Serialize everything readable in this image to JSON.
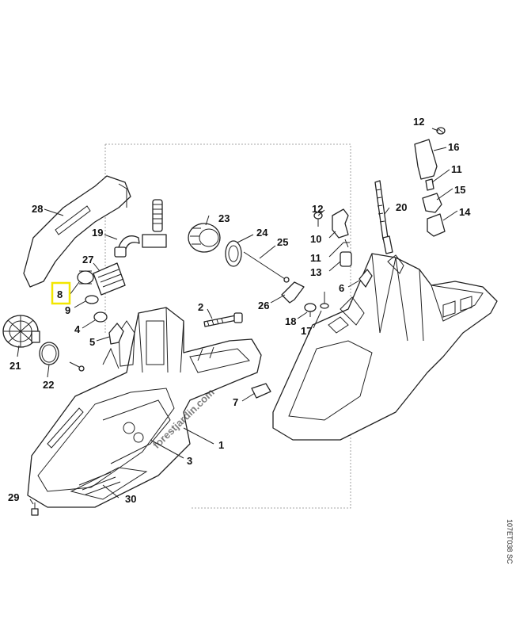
{
  "diagram": {
    "callouts": [
      "1",
      "2",
      "3",
      "4",
      "5",
      "6",
      "7",
      "8",
      "9",
      "10",
      "11",
      "11",
      "12",
      "12",
      "13",
      "14",
      "15",
      "16",
      "17",
      "18",
      "19",
      "20",
      "21",
      "22",
      "23",
      "24",
      "25",
      "26",
      "27",
      "28",
      "29",
      "30"
    ],
    "highlighted_callout": "8",
    "highlight_color": "#f2e600",
    "watermark": "forestjardin.com",
    "watermark_color_green": "#a6d86a",
    "watermark_color_gray": "#c9bfa8",
    "drawing_code": "107ET038 SC"
  }
}
